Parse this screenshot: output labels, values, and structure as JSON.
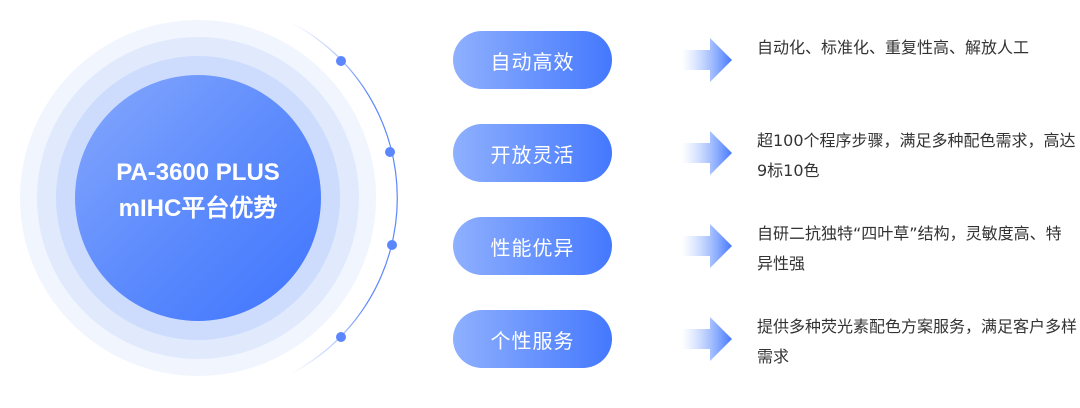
{
  "center": {
    "line1": "PA-3600 PLUS",
    "line2": "mIHC平台优势"
  },
  "items": [
    {
      "label": "自动高效",
      "desc": "自动化、标准化、重复性高、解放人工"
    },
    {
      "label": "开放灵活",
      "desc": "超100个程序步骤，满足多种配色需求，高达9标10色"
    },
    {
      "label": "性能优异",
      "desc": "自研二抗独特“四叶草”结构，灵敏度高、特异性强"
    },
    {
      "label": "个性服务",
      "desc": "提供多种荧光素配色方案服务，满足客户多样需求"
    }
  ],
  "colors": {
    "accent": "#4478fe",
    "light": "#8fb0fe"
  }
}
